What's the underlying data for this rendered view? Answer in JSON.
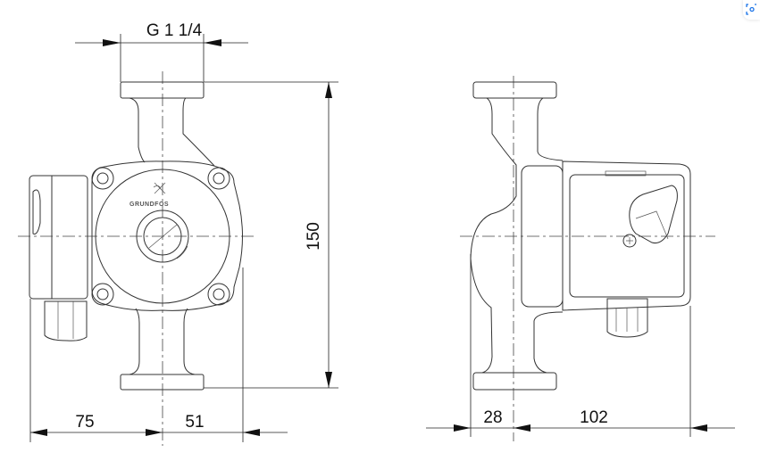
{
  "drawing": {
    "front_view": {
      "thread_label": "G 1 1/4",
      "height_label": "150",
      "left_width_label": "75",
      "right_width_label": "51",
      "logo_text": "GRUNDFOS"
    },
    "side_view": {
      "left_depth_label": "28",
      "right_depth_label": "102"
    }
  },
  "toolbar": {
    "visual_search_icon": "lens-scan-icon",
    "accent_color": "#1a73e8"
  }
}
